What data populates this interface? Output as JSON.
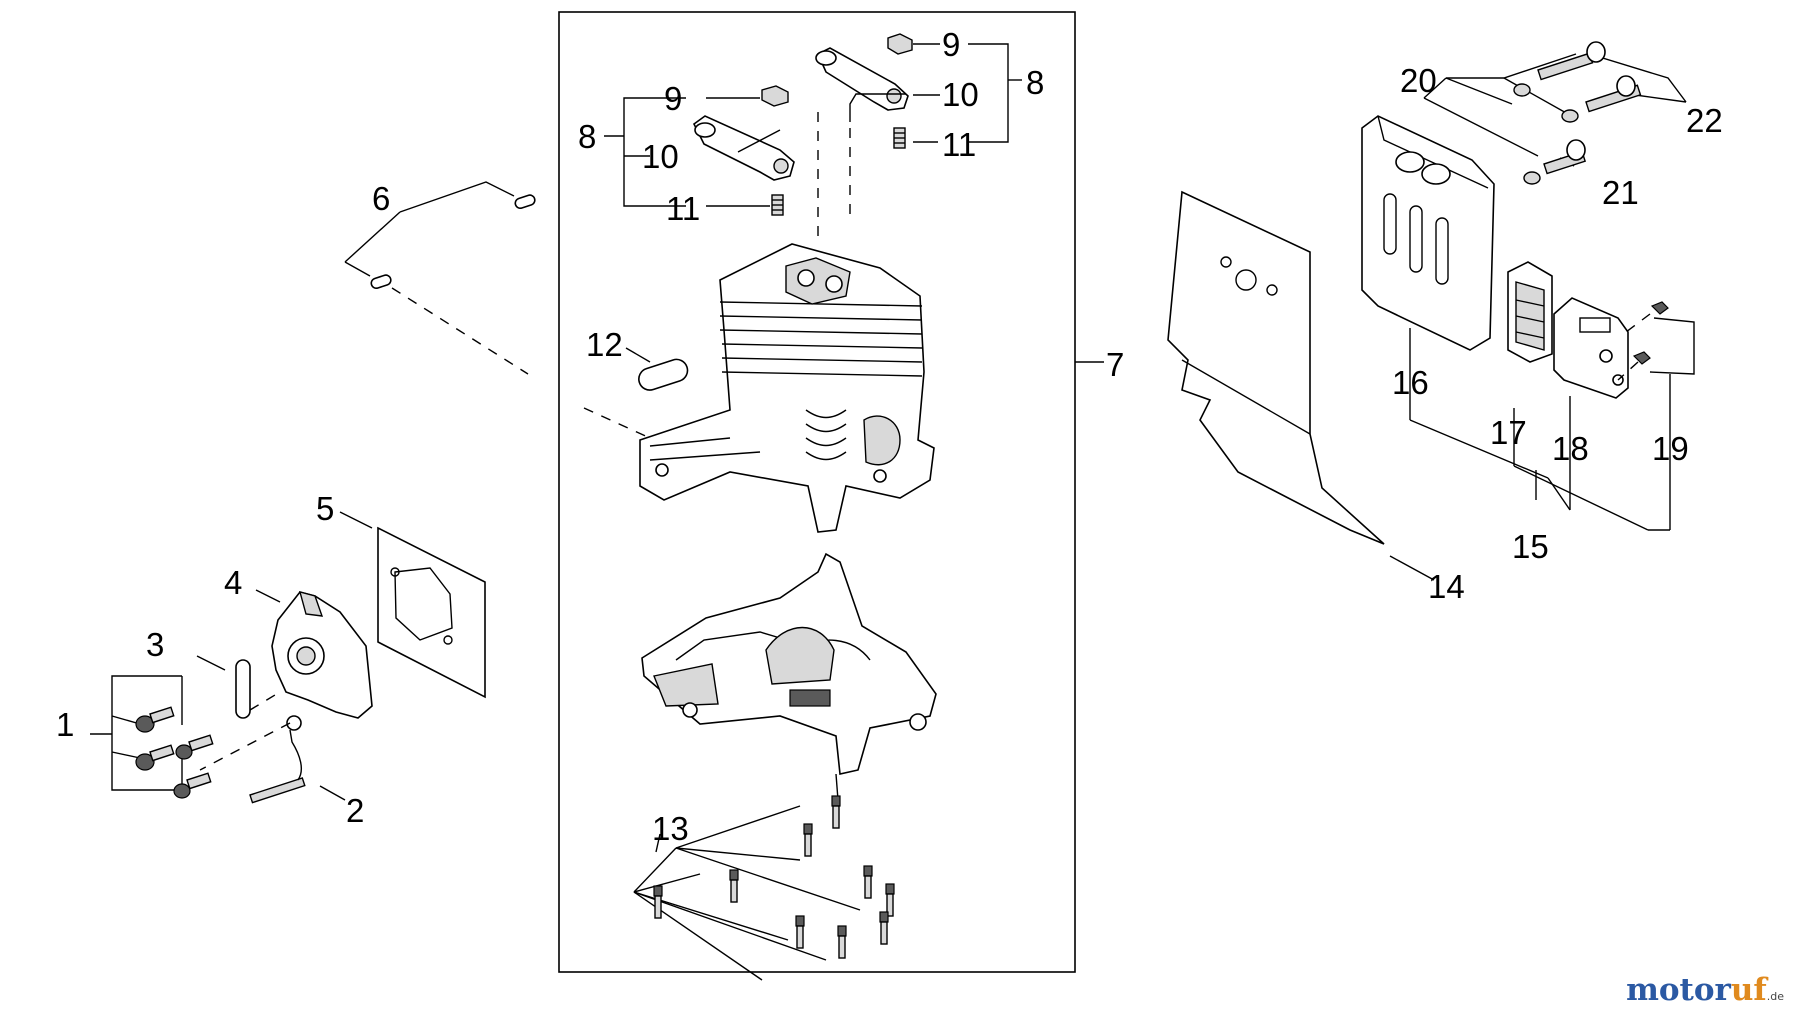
{
  "diagram": {
    "callouts": [
      "1",
      "2",
      "3",
      "4",
      "5",
      "6",
      "7",
      "8",
      "9",
      "10",
      "11",
      "12",
      "13",
      "14",
      "15",
      "16",
      "17",
      "18",
      "19",
      "20",
      "21",
      "22"
    ],
    "callouts_repeat": {
      "left_8": "8",
      "left_9": "9",
      "left_10": "10",
      "left_11": "11",
      "right_8": "8",
      "right_9": "9",
      "right_10": "10",
      "right_11": "11"
    }
  },
  "watermark": {
    "part1": "motor",
    "part2": "uf",
    "suffix": ".de",
    "colors": {
      "blue": "#2b59a3",
      "orange": "#e08a1e"
    }
  },
  "icons": [
    "screw",
    "bolt",
    "nut",
    "rocker-arm",
    "pin",
    "gasket",
    "cylinder-block",
    "crankcase",
    "muffler",
    "heat-shield",
    "spark-arrestor-screen",
    "muffler-cover"
  ]
}
